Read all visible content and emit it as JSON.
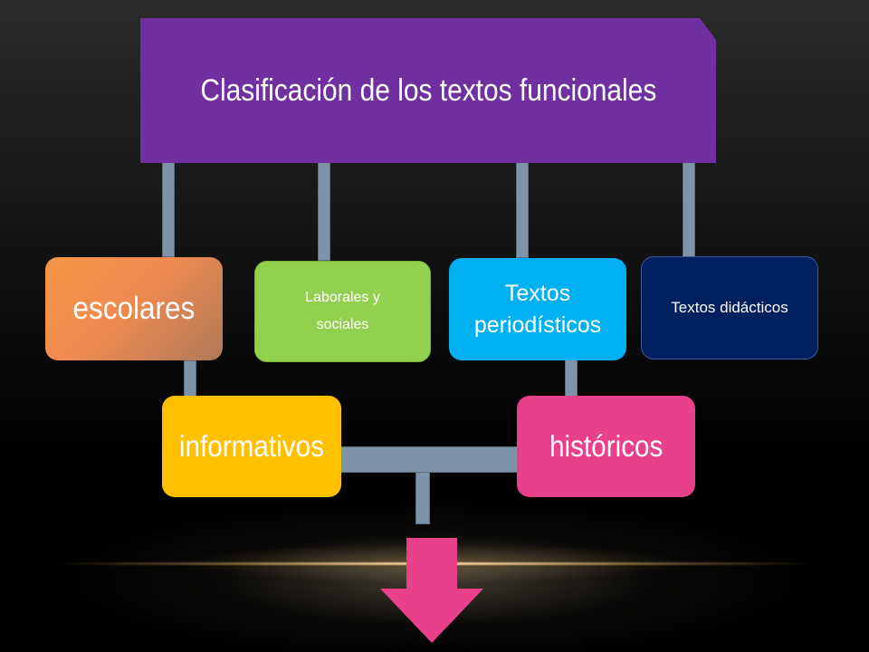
{
  "title": "Clasificación de los textos funcionales",
  "categories": {
    "escolares": "escolares",
    "laborales_line1": "Laborales y",
    "laborales_line2": "sociales",
    "periodisticos_line1": "Textos",
    "periodisticos_line2": "periodísticos",
    "didacticos": "Textos didácticos",
    "informativos": "informativos",
    "historicos": "históricos"
  },
  "colors": {
    "title_box": "#7030a0",
    "escolares": "#f79646",
    "laborales": "#92d050",
    "periodisticos": "#00b0f0",
    "didacticos": "#002060",
    "informativos": "#ffc000",
    "historicos": "#e8408a",
    "connector": "#7f93a8",
    "arrow": "#e8408a"
  }
}
